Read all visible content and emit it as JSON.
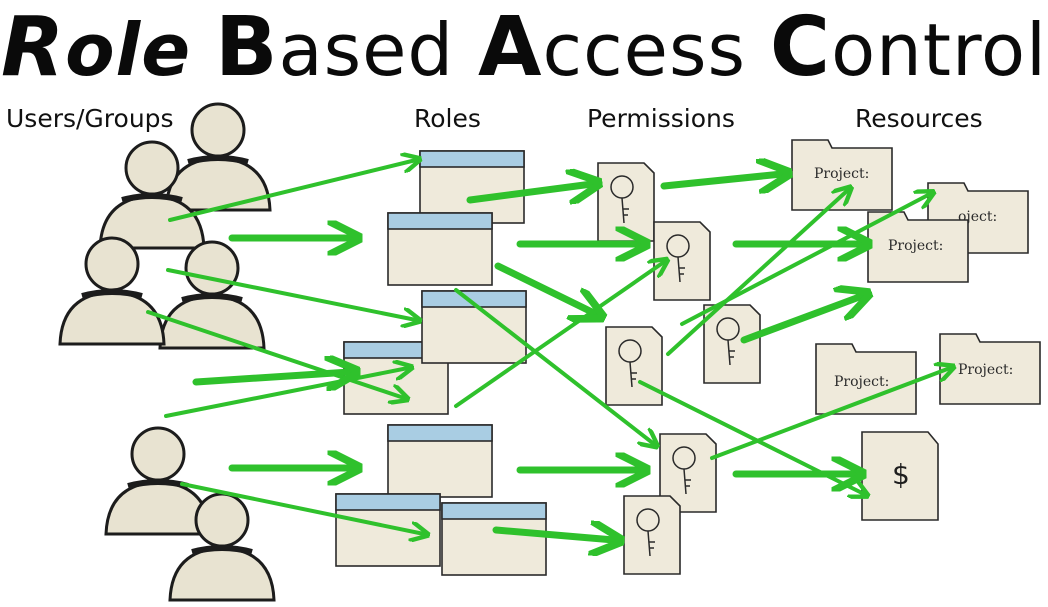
{
  "title": {
    "w1_cap": "R",
    "w1_rest": "ole",
    "w2_cap": "B",
    "w2_rest": "ased",
    "w3_cap": "A",
    "w3_rest": "ccess",
    "w4_cap": "C",
    "w4_rest": "ontrol"
  },
  "columns": {
    "users": "Users/Groups",
    "roles": "Roles",
    "permissions": "Permissions",
    "resources": "Resources"
  },
  "resources": {
    "project_label": "Project:",
    "project_label_partial": "oject:",
    "dollar_label": "$"
  },
  "colors": {
    "arrow": "#2fc12c",
    "paper": "#efeadb",
    "paper_stroke": "#3a3a3a",
    "role_header": "#a9cde3",
    "person": "#e8e3d1"
  },
  "icons": [
    "user-icon",
    "role-window-icon",
    "key-permission-icon",
    "project-folder-icon",
    "dollar-document-icon"
  ]
}
